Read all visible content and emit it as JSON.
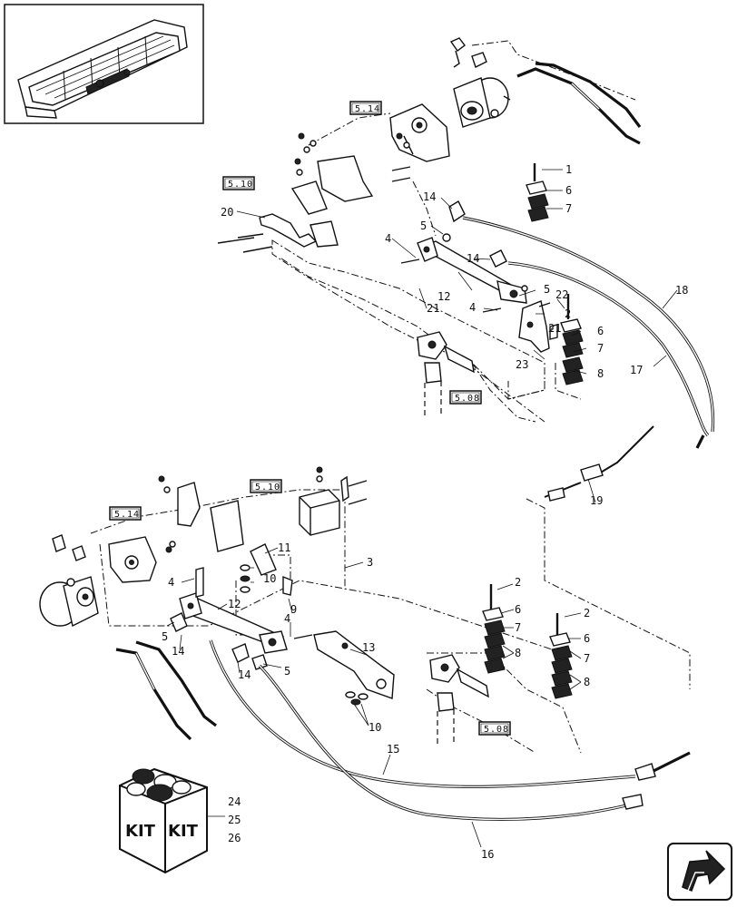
{
  "callouts": {
    "c1": "1",
    "c6a": "6",
    "c7a": "7",
    "c14a": "14",
    "c5a": "5",
    "c4a": "4",
    "c14b": "14",
    "c20": "20",
    "c21a": "21",
    "c12a": "12",
    "c4b": "4",
    "c5b": "5",
    "c22": "22",
    "c2a": "2",
    "c21b": "21",
    "c6b": "6",
    "c7b": "7",
    "c8a": "8",
    "c23": "23",
    "c18": "18",
    "c17": "17",
    "c19": "19",
    "c11": "11",
    "c10a": "10",
    "c3": "3",
    "c4c": "4",
    "c9": "9",
    "c12b": "12",
    "c5c": "5",
    "c14c": "14",
    "c14d": "14",
    "c5d": "5",
    "c4d": "4",
    "c13": "13",
    "c10b": "10",
    "c2b": "2",
    "c6c": "6",
    "c7c": "7",
    "c8b": "8",
    "c2c": "2",
    "c6d": "6",
    "c7d": "7",
    "c8c": "8",
    "c15": "15",
    "c16": "16",
    "c24": "24",
    "c25": "25",
    "c26": "26"
  },
  "references": {
    "ref_514_top": "5.14",
    "ref_510_top": "5.10",
    "ref_508_top": "5.08",
    "ref_510_bottom": "5.10",
    "ref_514_bottom": "5.14",
    "ref_508_bottom": "5.08"
  },
  "kit": {
    "label_left": "KIT",
    "label_right": "KIT"
  },
  "icons": {
    "overview": "header-overview-thumbnail",
    "kit": "kit-box-icon",
    "navigation": "next-page-arrow-icon"
  }
}
